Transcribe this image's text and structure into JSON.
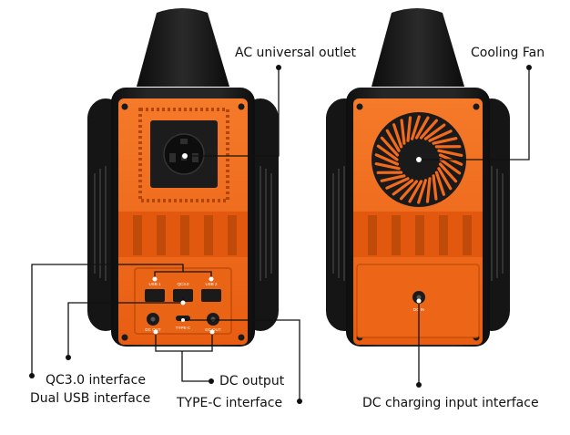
{
  "labels": {
    "ac_outlet": "AC universal outlet",
    "cooling_fan": "Cooling Fan",
    "qc30": "QC3.0 interface",
    "dual_usb": "Dual USB interface",
    "dc_output": "DC output",
    "type_c": "TYPE-C interface",
    "dc_charging": "DC charging input interface"
  },
  "port_labels": {
    "usb1": "USB 1",
    "qc30": "QC3.0",
    "usb2": "USB 2",
    "dc_out_left": "DC OUT",
    "type_c": "TYPE-C",
    "dc_out_right": "DC OUT",
    "dc_in": "DC IN"
  },
  "colors": {
    "orange": "#f26a1b",
    "orange_dark": "#c94f0c",
    "black_body": "#1b1b1b",
    "black_handle": "#111111",
    "callout_line": "#111111"
  }
}
